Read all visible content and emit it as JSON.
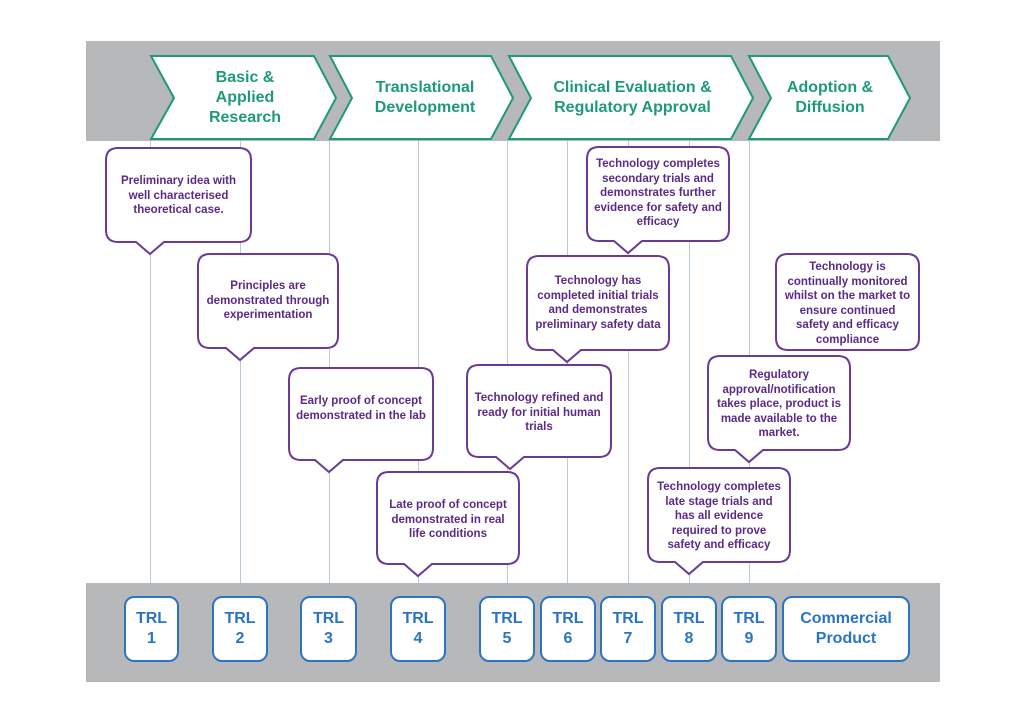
{
  "colors": {
    "band": "#b7b8ba",
    "chevron_stroke": "#1e9a7a",
    "chevron_text": "#1e9a7a",
    "callout_stroke": "#6a3a96",
    "callout_text": "#5b2a86",
    "trl_stroke": "#2b74c4",
    "trl_text": "#2b74c4",
    "gridline": "#b9cbd9"
  },
  "phases": [
    {
      "label": "Basic & Applied Research"
    },
    {
      "label": "Translational Development"
    },
    {
      "label": "Clinical Evaluation & Regulatory Approval"
    },
    {
      "label": "Adoption & Diffusion"
    }
  ],
  "callouts": [
    {
      "trl": "1",
      "text": "Preliminary idea with well characterised theoretical case."
    },
    {
      "trl": "2",
      "text": "Principles are demonstrated through experimentation"
    },
    {
      "trl": "3",
      "text": "Early proof of concept demonstrated in the lab"
    },
    {
      "trl": "4",
      "text": "Late proof of concept demonstrated in real life conditions"
    },
    {
      "trl": "5",
      "text": "Technology refined and ready for initial human trials"
    },
    {
      "trl": "6",
      "text": "Technology has completed initial trials and demonstrates preliminary safety data"
    },
    {
      "trl": "7",
      "text": "Technology completes secondary trials and demonstrates further evidence for safety and efficacy"
    },
    {
      "trl": "8",
      "text": "Technology completes late stage trials and has all evidence required to prove safety and efficacy"
    },
    {
      "trl": "9",
      "text": "Regulatory approval/notification takes place, product is made available to the market."
    },
    {
      "trl": "Commercial",
      "text": "Technology is continually monitored whilst on the market to ensure continued safety and efficacy compliance"
    }
  ],
  "levels": [
    {
      "line1": "TRL",
      "line2": "1"
    },
    {
      "line1": "TRL",
      "line2": "2"
    },
    {
      "line1": "TRL",
      "line2": "3"
    },
    {
      "line1": "TRL",
      "line2": "4"
    },
    {
      "line1": "TRL",
      "line2": "5"
    },
    {
      "line1": "TRL",
      "line2": "6"
    },
    {
      "line1": "TRL",
      "line2": "7"
    },
    {
      "line1": "TRL",
      "line2": "8"
    },
    {
      "line1": "TRL",
      "line2": "9"
    },
    {
      "line1": "Commercial",
      "line2": "Product"
    }
  ]
}
